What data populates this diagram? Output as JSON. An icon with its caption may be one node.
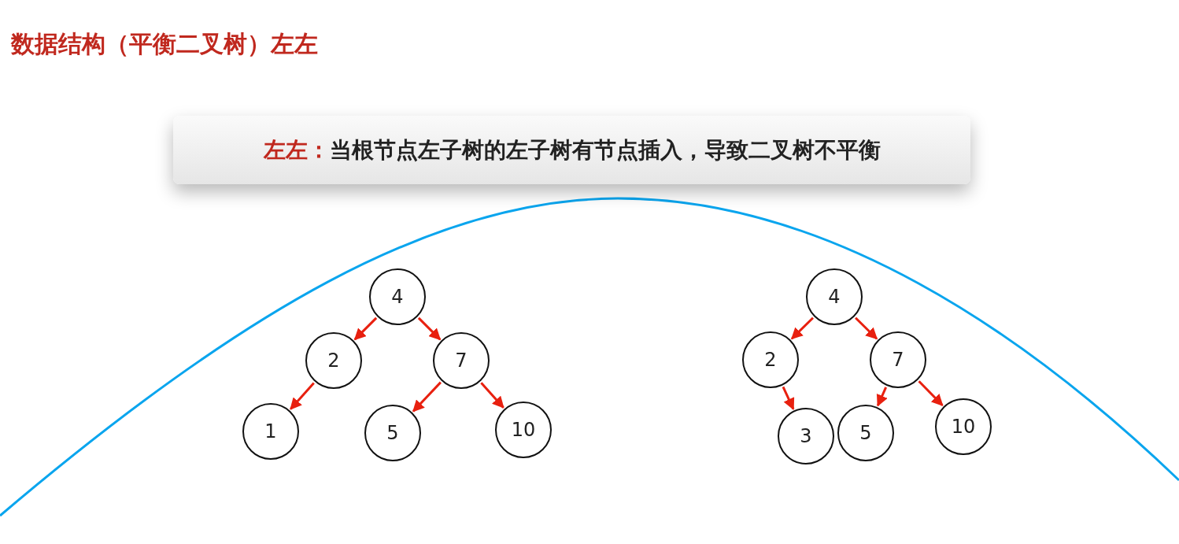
{
  "diagram": {
    "title": "数据结构（平衡二叉树）左左",
    "nodes": [
      {
        "text": [
          "左左：",
          "当根节点左子树的左子树有节点插入，导致二叉树不平衡"
        ]
      },
      {
        "text": [
          "4"
        ]
      },
      {
        "text": [
          "2"
        ]
      },
      {
        "text": [
          "7"
        ]
      },
      {
        "text": [
          "1"
        ]
      },
      {
        "text": [
          "5"
        ]
      },
      {
        "text": [
          "10"
        ]
      },
      {
        "text": [
          "4"
        ]
      },
      {
        "text": [
          "2"
        ]
      },
      {
        "text": [
          "7"
        ]
      },
      {
        "text": [
          "3"
        ]
      },
      {
        "text": [
          "5"
        ]
      },
      {
        "text": [
          "10"
        ]
      }
    ],
    "edges": [
      {
        "from": 1,
        "to": 2,
        "arrow": "to"
      },
      {
        "from": 1,
        "to": 3,
        "arrow": "to"
      },
      {
        "from": 2,
        "to": 4,
        "arrow": "to"
      },
      {
        "from": 3,
        "to": 5,
        "arrow": "to"
      },
      {
        "from": 3,
        "to": 6,
        "arrow": "to"
      },
      {
        "from": 7,
        "to": 8,
        "arrow": "to"
      },
      {
        "from": 7,
        "to": 9,
        "arrow": "to"
      },
      {
        "from": 8,
        "to": 10,
        "arrow": "to"
      },
      {
        "from": 9,
        "to": 11,
        "arrow": "to"
      },
      {
        "from": 9,
        "to": 12,
        "arrow": "to"
      }
    ]
  }
}
